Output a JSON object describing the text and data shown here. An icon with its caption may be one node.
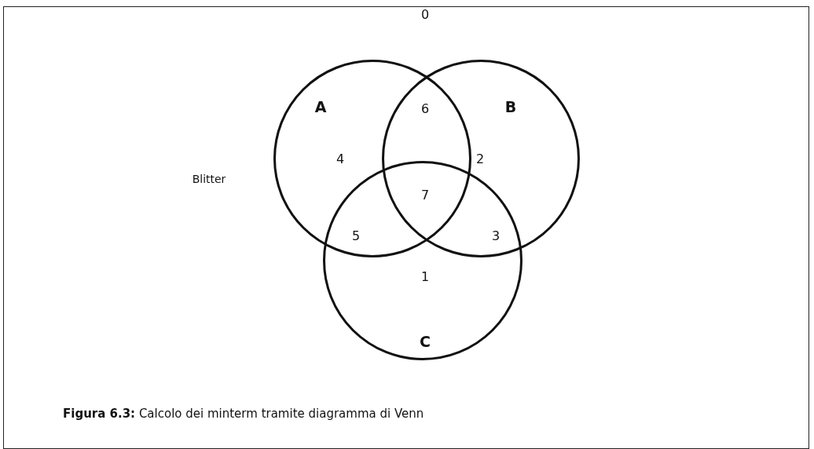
{
  "diagram": {
    "caption": "**Figura 6.3:** Calcolo dei minterm tramite diagramma di Venn",
    "nodes": [
      {
        "text": [
          "A"
        ]
      },
      {
        "text": [
          "B"
        ]
      },
      {
        "text": [
          "C"
        ]
      }
    ],
    "edges": [],
    "labels": [
      "0",
      "6",
      "Blitter",
      "4",
      "2",
      "7",
      "5",
      "3",
      "1"
    ]
  }
}
